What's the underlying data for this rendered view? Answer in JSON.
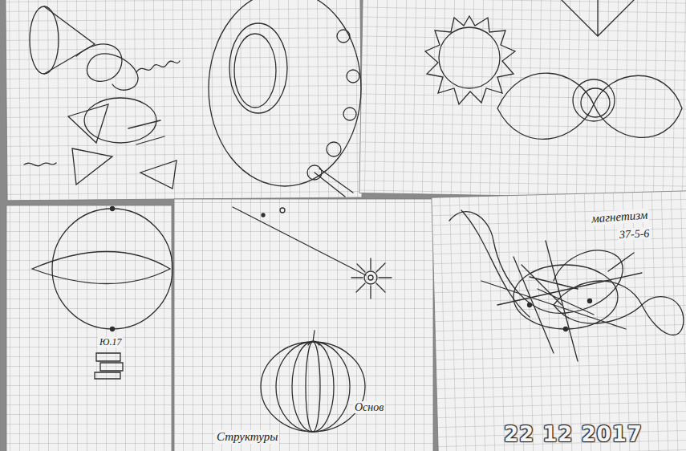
{
  "diagram": {
    "labels": [
      "магнетизм",
      "37-5-6",
      "Ю.17",
      "Структуры",
      "Основ",
      "22 12 2017"
    ]
  }
}
